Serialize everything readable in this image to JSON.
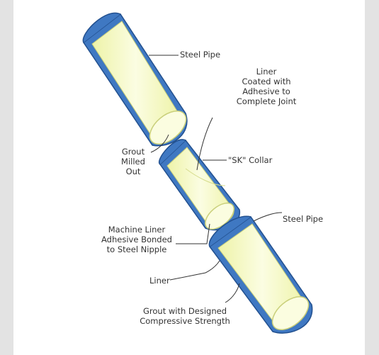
{
  "labels": {
    "steel_pipe_top": "Steel Pipe",
    "liner_coated": [
      "Liner",
      "Coated with",
      "Adhesive to",
      "Complete Joint"
    ],
    "grout_milled": [
      "Grout",
      "Milled",
      "Out"
    ],
    "sk_collar": "\"SK\" Collar",
    "steel_pipe_bottom": "Steel Pipe",
    "machine_liner": [
      "Machine Liner",
      "Adhesive Bonded",
      "to Steel Nipple"
    ],
    "liner": "Liner",
    "grout_designed": [
      "Grout with Designed",
      "Compressive Strength"
    ]
  },
  "colors": {
    "pipe_blue": "#3f78c2",
    "pipe_blue_dark": "#2a5aa0",
    "liner_yellow": "#f5f7c0",
    "liner_inner": "#fbfce0",
    "background": "#e3e3e3"
  }
}
